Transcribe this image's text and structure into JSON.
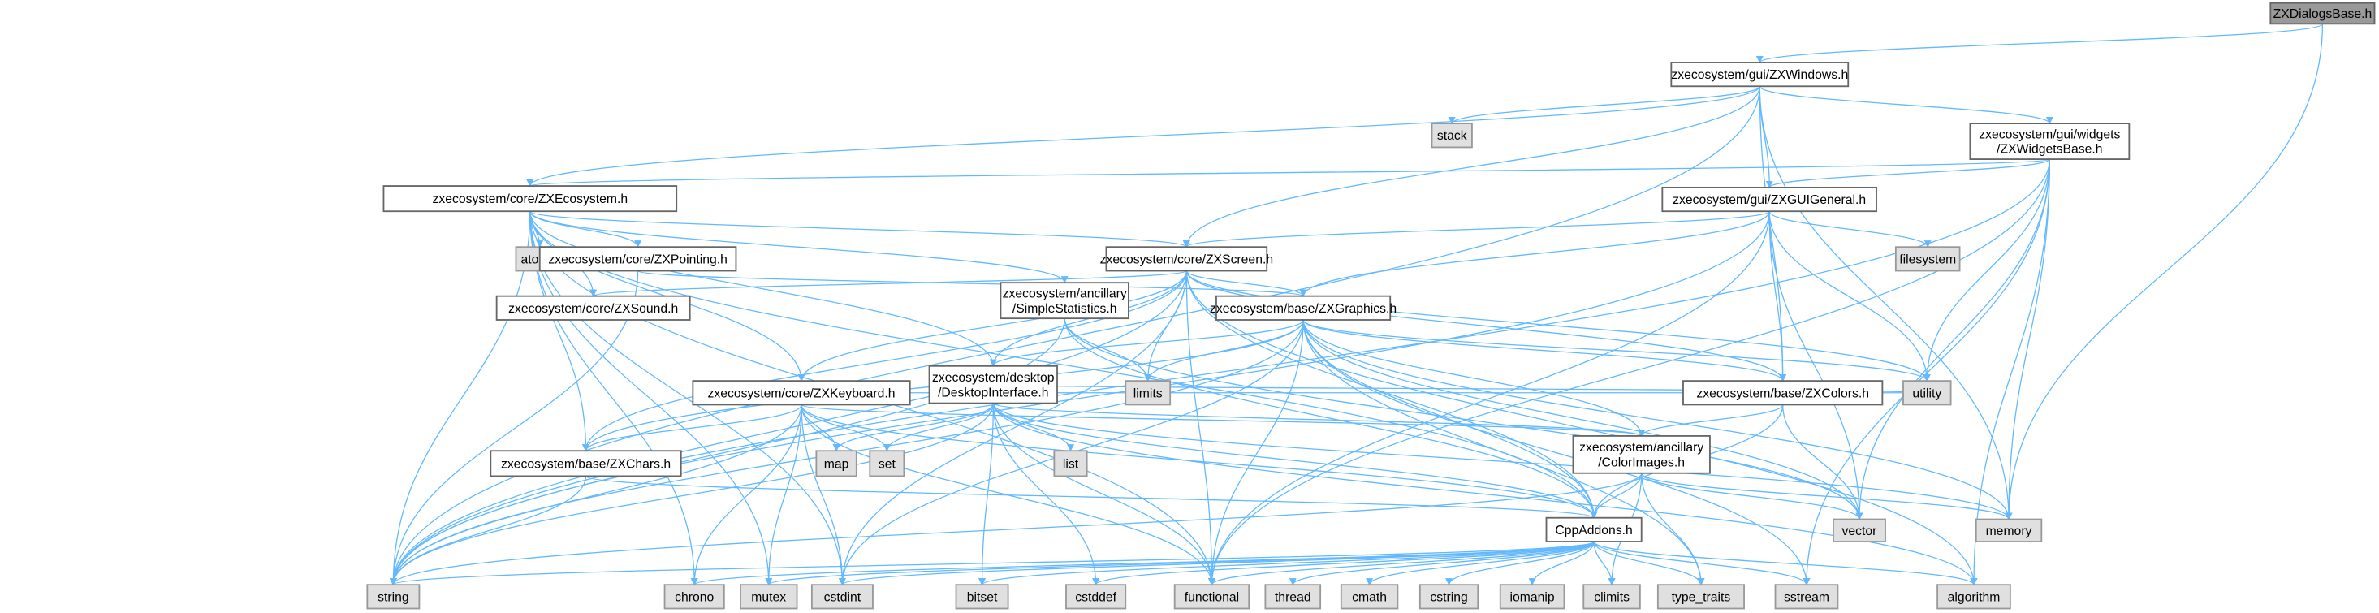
{
  "title": "ZXDialogsBase.h include dependency graph",
  "colors": {
    "edge": "#63b8ff",
    "root_fill": "#999999",
    "std_fill": "#e0e0e0",
    "file_fill": "#ffffff"
  },
  "nodes": [
    {
      "id": "root",
      "label": [
        "ZXDialogsBase.h"
      ],
      "kind": "root"
    },
    {
      "id": "windows",
      "label": [
        "zxecosystem/gui/ZXWindows.h"
      ],
      "kind": "file"
    },
    {
      "id": "stack",
      "label": [
        "stack"
      ],
      "kind": "std"
    },
    {
      "id": "widgets",
      "label": [
        "zxecosystem/gui/widgets",
        "/ZXWidgetsBase.h"
      ],
      "kind": "file"
    },
    {
      "id": "ecosystem",
      "label": [
        "zxecosystem/core/ZXEcosystem.h"
      ],
      "kind": "file"
    },
    {
      "id": "guigeneral",
      "label": [
        "zxecosystem/gui/ZXGUIGeneral.h"
      ],
      "kind": "file"
    },
    {
      "id": "atomic",
      "label": [
        "atomic"
      ],
      "kind": "std"
    },
    {
      "id": "pointing",
      "label": [
        "zxecosystem/core/ZXPointing.h"
      ],
      "kind": "file"
    },
    {
      "id": "screen",
      "label": [
        "zxecosystem/core/ZXScreen.h"
      ],
      "kind": "file"
    },
    {
      "id": "filesystem",
      "label": [
        "filesystem"
      ],
      "kind": "std"
    },
    {
      "id": "sound",
      "label": [
        "zxecosystem/core/ZXSound.h"
      ],
      "kind": "file"
    },
    {
      "id": "simplestats",
      "label": [
        "zxecosystem/ancillary",
        "/SimpleStatistics.h"
      ],
      "kind": "file"
    },
    {
      "id": "graphics",
      "label": [
        "zxecosystem/base/ZXGraphics.h"
      ],
      "kind": "file"
    },
    {
      "id": "keyboard",
      "label": [
        "zxecosystem/core/ZXKeyboard.h"
      ],
      "kind": "file"
    },
    {
      "id": "desktop",
      "label": [
        "zxecosystem/desktop",
        "/DesktopInterface.h"
      ],
      "kind": "file"
    },
    {
      "id": "limits",
      "label": [
        "limits"
      ],
      "kind": "std"
    },
    {
      "id": "colors",
      "label": [
        "zxecosystem/base/ZXColors.h"
      ],
      "kind": "file"
    },
    {
      "id": "utility",
      "label": [
        "utility"
      ],
      "kind": "std"
    },
    {
      "id": "map",
      "label": [
        "map"
      ],
      "kind": "std"
    },
    {
      "id": "set",
      "label": [
        "set"
      ],
      "kind": "std"
    },
    {
      "id": "list",
      "label": [
        "list"
      ],
      "kind": "std"
    },
    {
      "id": "chars",
      "label": [
        "zxecosystem/base/ZXChars.h"
      ],
      "kind": "file"
    },
    {
      "id": "colorimages",
      "label": [
        "zxecosystem/ancillary",
        "/ColorImages.h"
      ],
      "kind": "file"
    },
    {
      "id": "cppaddons",
      "label": [
        "CppAddons.h"
      ],
      "kind": "file"
    },
    {
      "id": "vector",
      "label": [
        "vector"
      ],
      "kind": "std"
    },
    {
      "id": "memory",
      "label": [
        "memory"
      ],
      "kind": "std"
    },
    {
      "id": "string",
      "label": [
        "string"
      ],
      "kind": "std"
    },
    {
      "id": "chrono",
      "label": [
        "chrono"
      ],
      "kind": "std"
    },
    {
      "id": "mutex",
      "label": [
        "mutex"
      ],
      "kind": "std"
    },
    {
      "id": "cstdint",
      "label": [
        "cstdint"
      ],
      "kind": "std"
    },
    {
      "id": "bitset",
      "label": [
        "bitset"
      ],
      "kind": "std"
    },
    {
      "id": "cstddef",
      "label": [
        "cstddef"
      ],
      "kind": "std"
    },
    {
      "id": "functional",
      "label": [
        "functional"
      ],
      "kind": "std"
    },
    {
      "id": "thread",
      "label": [
        "thread"
      ],
      "kind": "std"
    },
    {
      "id": "cmath",
      "label": [
        "cmath"
      ],
      "kind": "std"
    },
    {
      "id": "cstring",
      "label": [
        "cstring"
      ],
      "kind": "std"
    },
    {
      "id": "iomanip",
      "label": [
        "iomanip"
      ],
      "kind": "std"
    },
    {
      "id": "climits",
      "label": [
        "climits"
      ],
      "kind": "std"
    },
    {
      "id": "type_traits",
      "label": [
        "type_traits"
      ],
      "kind": "std"
    },
    {
      "id": "sstream",
      "label": [
        "sstream"
      ],
      "kind": "std"
    },
    {
      "id": "algorithm",
      "label": [
        "algorithm"
      ],
      "kind": "std"
    }
  ],
  "edges": [
    [
      "root",
      "windows"
    ],
    [
      "root",
      "memory"
    ],
    [
      "windows",
      "ecosystem"
    ],
    [
      "windows",
      "stack"
    ],
    [
      "windows",
      "widgets"
    ],
    [
      "windows",
      "guigeneral"
    ],
    [
      "windows",
      "screen"
    ],
    [
      "windows",
      "colors"
    ],
    [
      "windows",
      "string"
    ],
    [
      "windows",
      "memory"
    ],
    [
      "widgets",
      "ecosystem"
    ],
    [
      "widgets",
      "guigeneral"
    ],
    [
      "widgets",
      "string"
    ],
    [
      "widgets",
      "utility"
    ],
    [
      "widgets",
      "memory"
    ],
    [
      "widgets",
      "vector"
    ],
    [
      "widgets",
      "sstream"
    ],
    [
      "widgets",
      "algorithm"
    ],
    [
      "widgets",
      "functional"
    ],
    [
      "ecosystem",
      "atomic"
    ],
    [
      "ecosystem",
      "pointing"
    ],
    [
      "ecosystem",
      "screen"
    ],
    [
      "ecosystem",
      "sound"
    ],
    [
      "ecosystem",
      "simplestats"
    ],
    [
      "ecosystem",
      "keyboard"
    ],
    [
      "ecosystem",
      "desktop"
    ],
    [
      "ecosystem",
      "chars"
    ],
    [
      "ecosystem",
      "string"
    ],
    [
      "ecosystem",
      "chrono"
    ],
    [
      "ecosystem",
      "mutex"
    ],
    [
      "ecosystem",
      "cstdint"
    ],
    [
      "ecosystem",
      "cppaddons"
    ],
    [
      "ecosystem",
      "functional"
    ],
    [
      "guigeneral",
      "screen"
    ],
    [
      "guigeneral",
      "graphics"
    ],
    [
      "guigeneral",
      "colors"
    ],
    [
      "guigeneral",
      "filesystem"
    ],
    [
      "guigeneral",
      "utility"
    ],
    [
      "guigeneral",
      "vector"
    ],
    [
      "guigeneral",
      "functional"
    ],
    [
      "guigeneral",
      "string"
    ],
    [
      "pointing",
      "graphics"
    ],
    [
      "pointing",
      "string"
    ],
    [
      "screen",
      "sound"
    ],
    [
      "screen",
      "graphics"
    ],
    [
      "screen",
      "keyboard"
    ],
    [
      "screen",
      "chars"
    ],
    [
      "screen",
      "desktop"
    ],
    [
      "screen",
      "colors"
    ],
    [
      "screen",
      "limits"
    ],
    [
      "screen",
      "functional"
    ],
    [
      "screen",
      "cppaddons"
    ],
    [
      "screen",
      "utility"
    ],
    [
      "screen",
      "string"
    ],
    [
      "screen",
      "algorithm"
    ],
    [
      "screen",
      "cstdint"
    ],
    [
      "simplestats",
      "limits"
    ],
    [
      "simplestats",
      "cppaddons"
    ],
    [
      "simplestats",
      "string"
    ],
    [
      "simplestats",
      "vector"
    ],
    [
      "graphics",
      "desktop"
    ],
    [
      "graphics",
      "limits"
    ],
    [
      "graphics",
      "colors"
    ],
    [
      "graphics",
      "colorimages"
    ],
    [
      "graphics",
      "cppaddons"
    ],
    [
      "graphics",
      "functional"
    ],
    [
      "graphics",
      "utility"
    ],
    [
      "graphics",
      "memory"
    ],
    [
      "graphics",
      "vector"
    ],
    [
      "graphics",
      "string"
    ],
    [
      "graphics",
      "chars"
    ],
    [
      "graphics",
      "sstream"
    ],
    [
      "graphics",
      "type_traits"
    ],
    [
      "graphics",
      "cstdint"
    ],
    [
      "keyboard",
      "map"
    ],
    [
      "keyboard",
      "set"
    ],
    [
      "keyboard",
      "chars"
    ],
    [
      "keyboard",
      "cppaddons"
    ],
    [
      "keyboard",
      "string"
    ],
    [
      "keyboard",
      "chrono"
    ],
    [
      "keyboard",
      "mutex"
    ],
    [
      "keyboard",
      "cstdint"
    ],
    [
      "keyboard",
      "functional"
    ],
    [
      "keyboard",
      "colorimages"
    ],
    [
      "keyboard",
      "utility"
    ],
    [
      "desktop",
      "map"
    ],
    [
      "desktop",
      "set"
    ],
    [
      "desktop",
      "list"
    ],
    [
      "desktop",
      "bitset"
    ],
    [
      "desktop",
      "cstddef"
    ],
    [
      "desktop",
      "functional"
    ],
    [
      "desktop",
      "string"
    ],
    [
      "desktop",
      "colorimages"
    ],
    [
      "desktop",
      "utility"
    ],
    [
      "desktop",
      "memory"
    ],
    [
      "desktop",
      "algorithm"
    ],
    [
      "desktop",
      "cppaddons"
    ],
    [
      "colors",
      "colorimages"
    ],
    [
      "colors",
      "cppaddons"
    ],
    [
      "colors",
      "vector"
    ],
    [
      "chars",
      "string"
    ],
    [
      "chars",
      "cppaddons"
    ],
    [
      "colorimages",
      "cppaddons"
    ],
    [
      "colorimages",
      "string"
    ],
    [
      "colorimages",
      "vector"
    ],
    [
      "colorimages",
      "memory"
    ],
    [
      "colorimages",
      "climits"
    ],
    [
      "colorimages",
      "type_traits"
    ],
    [
      "cppaddons",
      "string"
    ],
    [
      "cppaddons",
      "chrono"
    ],
    [
      "cppaddons",
      "mutex"
    ],
    [
      "cppaddons",
      "cstdint"
    ],
    [
      "cppaddons",
      "bitset"
    ],
    [
      "cppaddons",
      "cstddef"
    ],
    [
      "cppaddons",
      "functional"
    ],
    [
      "cppaddons",
      "thread"
    ],
    [
      "cppaddons",
      "cmath"
    ],
    [
      "cppaddons",
      "cstring"
    ],
    [
      "cppaddons",
      "iomanip"
    ],
    [
      "cppaddons",
      "climits"
    ],
    [
      "cppaddons",
      "type_traits"
    ],
    [
      "cppaddons",
      "sstream"
    ],
    [
      "cppaddons",
      "algorithm"
    ]
  ]
}
